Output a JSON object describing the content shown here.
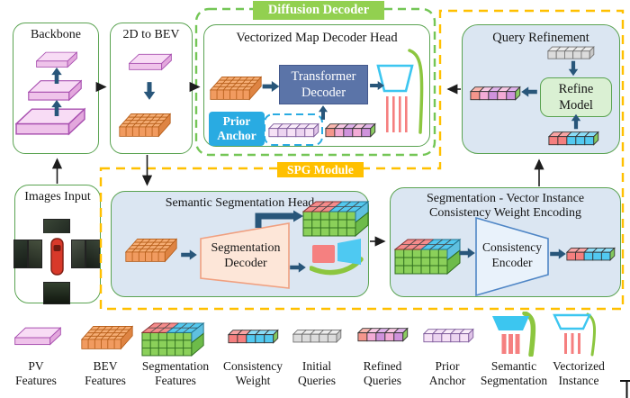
{
  "figure": {
    "name": "map-construction-architecture-diagram"
  },
  "colors": {
    "box_border_green": "#5aa351",
    "panel_blue": "#dbe6f2",
    "diffusion_label_green": "#92d050",
    "spg_label_orange": "#ffc000",
    "prior_anchor_cyan": "#29abe2",
    "transformer_blue": "#5b74a8",
    "refine_model_green": "#daf0d3",
    "block_arrow": "#28567a",
    "bev_orange": "#f19b60",
    "pv_pink": "#efc3ea",
    "seg_green": "#8bd05a",
    "weight_red": "#f57f7f",
    "weight_cyan": "#52c9f0",
    "query_gray": "#dcdcdc",
    "refined_pink": "#f3abd6",
    "refined_purple": "#cf92dc",
    "anchor_lavender": "#f0daf2",
    "semseg_cyan": "#3cc6f0",
    "curve_green": "#8cc63f"
  },
  "backbone": {
    "title": "Backbone"
  },
  "to_bev": {
    "title": "2D to BEV"
  },
  "images_input": {
    "title": "Images Input"
  },
  "diffusion_decoder": {
    "label": "Diffusion Decoder"
  },
  "map_decoder_head": {
    "title": "Vectorized Map Decoder Head",
    "transformer_line1": "Transformer",
    "transformer_line2": "Decoder",
    "prior_anchor_line1": "Prior",
    "prior_anchor_line2": "Anchor"
  },
  "query_refinement": {
    "title": "Query Refinement",
    "refine_line1": "Refine",
    "refine_line2": "Model"
  },
  "spg_module": {
    "label": "SPG Module"
  },
  "seg_head": {
    "title": "Semantic Segmentation Head",
    "decoder_line1": "Segmentation",
    "decoder_line2": "Decoder"
  },
  "consistency_encoding": {
    "title_line1": "Segmentation - Vector Instance",
    "title_line2": "Consistency Weight Encoding",
    "encoder_line1": "Consistency",
    "encoder_line2": "Encoder"
  },
  "legend": {
    "items": [
      {
        "icon": "pv-features-icon",
        "line1": "PV",
        "line2": "Features"
      },
      {
        "icon": "bev-features-icon",
        "line1": "BEV",
        "line2": "Features"
      },
      {
        "icon": "segmentation-features-icon",
        "line1": "Segmentation",
        "line2": "Features"
      },
      {
        "icon": "consistency-weight-icon",
        "line1": "Consistency",
        "line2": "Weight"
      },
      {
        "icon": "initial-queries-icon",
        "line1": "Initial",
        "line2": "Queries"
      },
      {
        "icon": "refined-queries-icon",
        "line1": "Refined",
        "line2": "Queries"
      },
      {
        "icon": "prior-anchor-icon",
        "line1": "Prior",
        "line2": "Anchor"
      },
      {
        "icon": "semantic-segmentation-icon",
        "line1": "Semantic",
        "line2": "Segmentation"
      },
      {
        "icon": "vectorized-instance-icon",
        "line1": "Vectorized",
        "line2": "Instance"
      }
    ]
  }
}
